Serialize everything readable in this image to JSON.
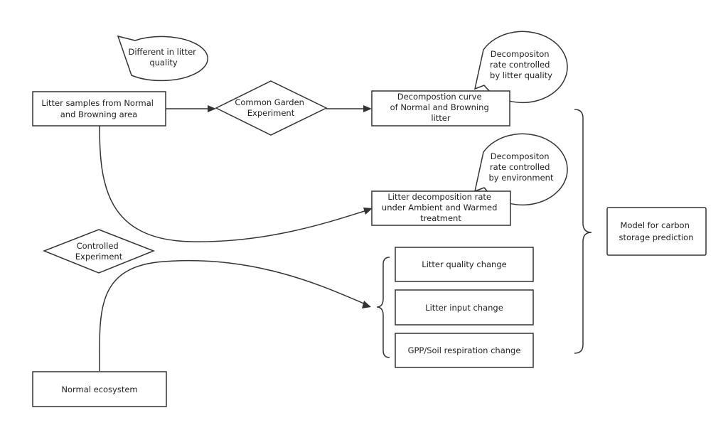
{
  "callouts": {
    "litter_quality_difference": [
      "Different in litter",
      "quality"
    ],
    "rate_by_litter_quality": [
      "Decompositon",
      "rate controlled",
      "by litter quality"
    ],
    "rate_by_environment": [
      "Decompositon",
      "rate controlled",
      "by environment"
    ]
  },
  "boxes": {
    "litter_samples": [
      "Litter samples from Normal",
      "and Browning area"
    ],
    "decomposition_curve": [
      "Decompostion curve",
      "of Normal and  Browning",
      "litter"
    ],
    "decomposition_rate": [
      "Litter decomposition rate",
      "under Ambient and Warmed",
      "treatment"
    ],
    "litter_quality_change": [
      "Litter quality change"
    ],
    "litter_input_change": [
      "Litter input change"
    ],
    "gpp_soil_respiration_change": [
      "GPP/Soil respiration change"
    ],
    "model_carbon_storage": [
      "Model for carbon",
      "storage prediction"
    ],
    "normal_ecosystem": [
      "Normal ecosystem"
    ]
  },
  "decisions": {
    "common_garden": [
      "Common Garden",
      "Experiment"
    ],
    "controlled": [
      "Controlled",
      "Experiment"
    ]
  }
}
